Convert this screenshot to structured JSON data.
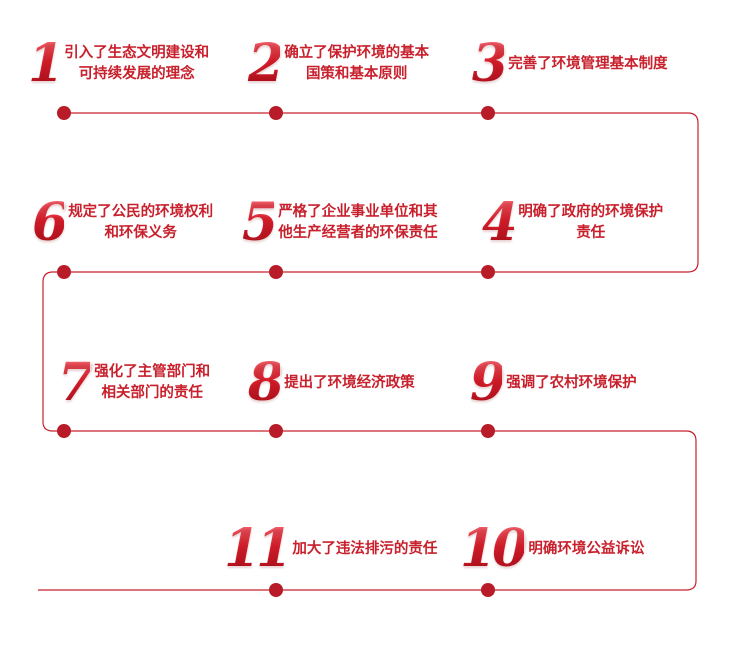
{
  "colors": {
    "line": "#c8202c",
    "text": "#c8202c",
    "number": "#d8222e"
  },
  "steps": [
    {
      "num": "1",
      "lines": [
        "引入了生态文明建设和",
        "可持续发展的理念"
      ]
    },
    {
      "num": "2",
      "lines": [
        "确立了保护环境的基本",
        "国策和基本原则"
      ]
    },
    {
      "num": "3",
      "lines": [
        "完善了环境管理基本制度"
      ]
    },
    {
      "num": "4",
      "lines": [
        "明确了政府的环境保护",
        "责任"
      ]
    },
    {
      "num": "5",
      "lines": [
        "严格了企业事业单位和其",
        "他生产经营者的环保责任"
      ]
    },
    {
      "num": "6",
      "lines": [
        "规定了公民的环境权利",
        "和环保义务"
      ]
    },
    {
      "num": "7",
      "lines": [
        "强化了主管部门和",
        "相关部门的责任"
      ]
    },
    {
      "num": "8",
      "lines": [
        "提出了环境经济政策"
      ]
    },
    {
      "num": "9",
      "lines": [
        "强调了农村环境保护"
      ]
    },
    {
      "num": "10",
      "lines": [
        "明确环境公益诉讼"
      ]
    },
    {
      "num": "11",
      "lines": [
        "加大了违法排污的责任"
      ]
    }
  ]
}
